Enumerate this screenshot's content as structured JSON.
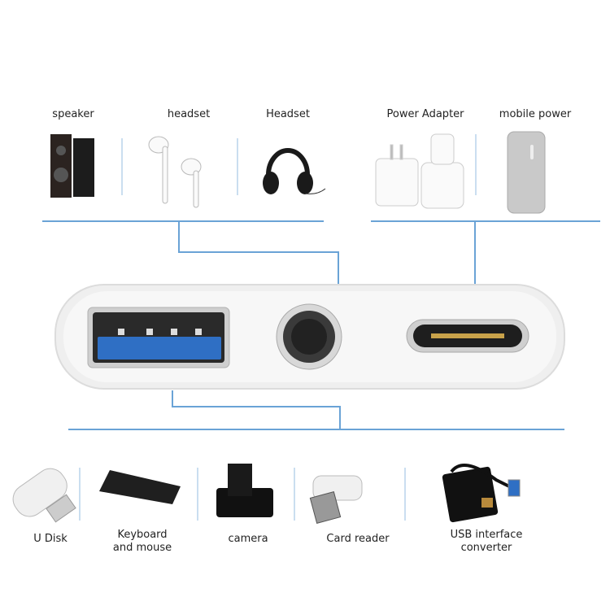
{
  "top_devices": [
    {
      "label": "speaker",
      "icon": "speaker-icon"
    },
    {
      "label": "headset",
      "icon": "earbuds-icon"
    },
    {
      "label": "Headset",
      "icon": "headphones-icon"
    },
    {
      "label": "Power Adapter",
      "icon": "power-adapter-icon"
    },
    {
      "label": "mobile power",
      "icon": "power-bank-icon"
    }
  ],
  "bottom_devices": [
    {
      "label": "U Disk",
      "icon": "usb-flash-drive-icon"
    },
    {
      "label": "Keyboard\nand mouse",
      "icon": "keyboard-icon"
    },
    {
      "label": "camera",
      "icon": "camera-icon"
    },
    {
      "label": "Card reader",
      "icon": "card-reader-icon"
    },
    {
      "label": "USB interface\nconverter",
      "icon": "usb-ethernet-adapter-icon"
    }
  ],
  "colors": {
    "connector_line": "#6aa3d6",
    "usb_port_blue": "#2f6fc4",
    "body": "#efefef"
  }
}
